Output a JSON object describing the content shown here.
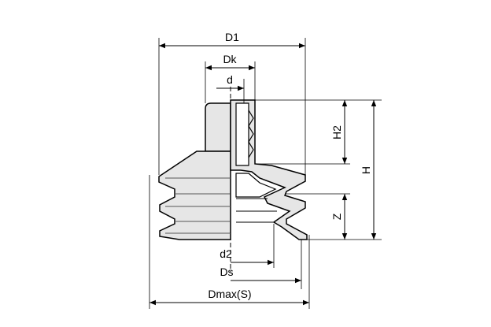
{
  "dimensions": {
    "D1": "D1",
    "Dk": "Dk",
    "d": "d",
    "H2": "H2",
    "H": "H",
    "Z": "Z",
    "d2": "d2",
    "Ds": "Ds",
    "Dmax": "Dmax(S)"
  },
  "colors": {
    "body_fill": "#e6e6e6",
    "outline": "#000000",
    "section_fill": "#ffffff"
  }
}
